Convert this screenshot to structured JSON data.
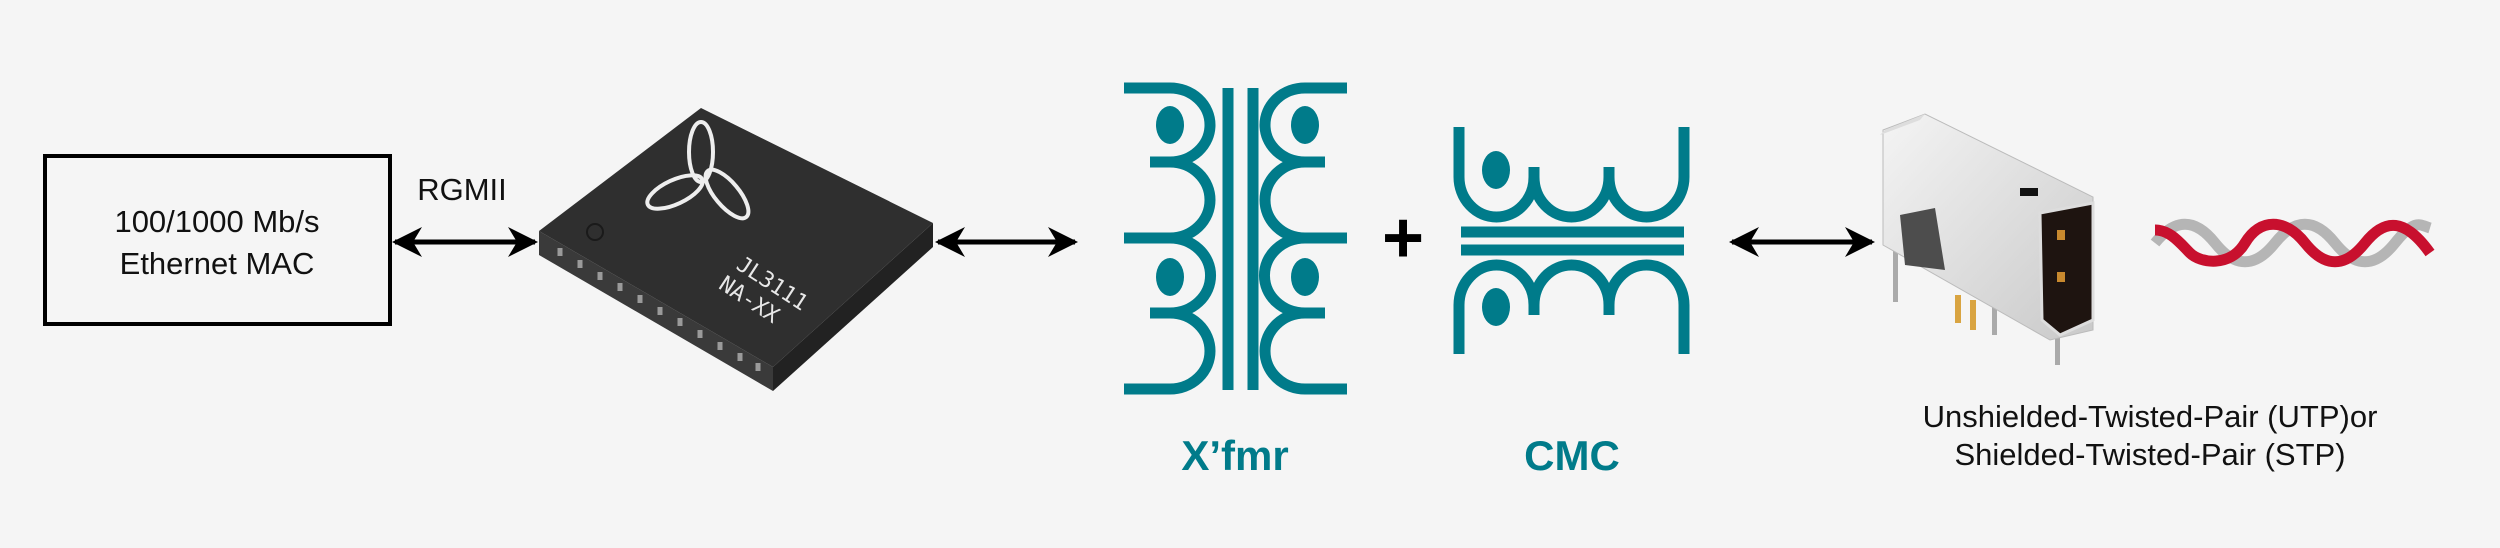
{
  "mac_box": {
    "line1": "100/1000 Mb/s",
    "line2": "Ethernet MAC"
  },
  "interface_label": "RGMII",
  "chip": {
    "marking_line1": "JL3111",
    "marking_line2": "NA-XX",
    "icon": "trefoil-logo-icon"
  },
  "transformer": {
    "label": "X’fmr",
    "icon": "transformer-symbol-icon"
  },
  "plus_sign": "+",
  "cmc": {
    "label": "CMC",
    "icon": "common-mode-choke-symbol-icon"
  },
  "connector": {
    "icon": "rj45-connector-icon"
  },
  "cable": {
    "label_line1": "Unshielded-Twisted-Pair (UTP)or",
    "label_line2": "Shielded-Twisted-Pair (STP)",
    "icon": "twisted-pair-cable-icon"
  },
  "colors": {
    "accent": "#007b8a",
    "cable_red": "#c8102e",
    "cable_gray": "#b5b5b5",
    "background": "#f5f5f5"
  }
}
